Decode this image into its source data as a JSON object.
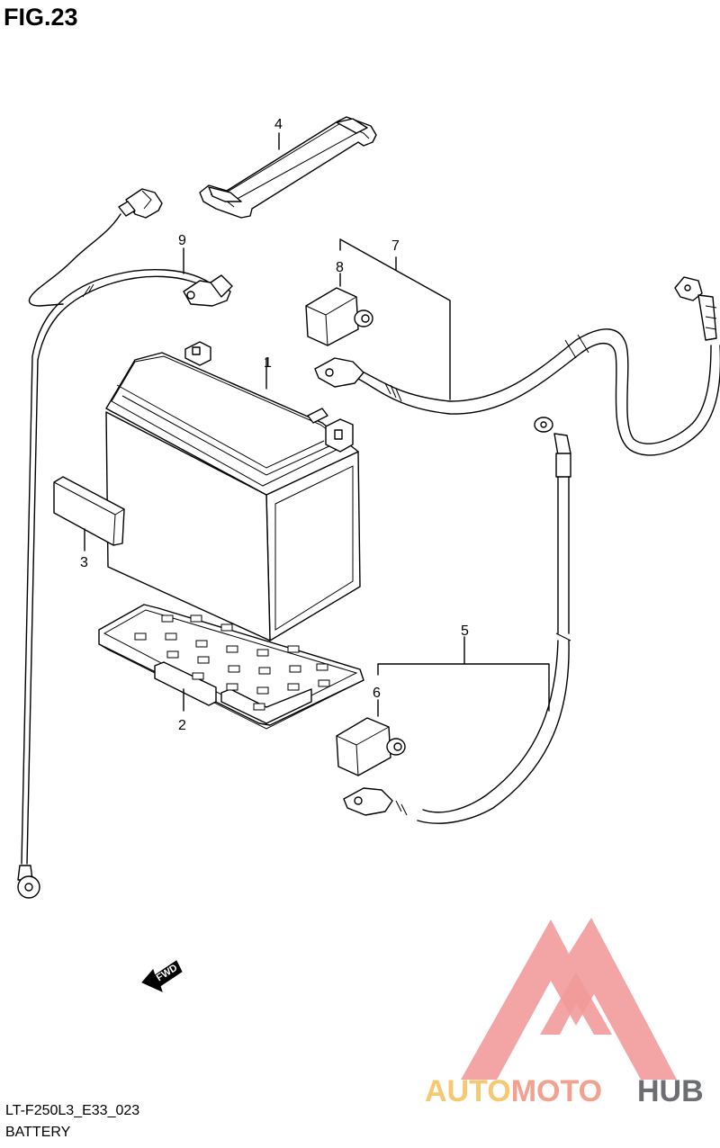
{
  "figure": {
    "title": "FIG.23",
    "code": "LT-F250L3_E33_023",
    "caption": "BATTERY"
  },
  "callouts": [
    {
      "id": "1",
      "label": "1"
    },
    {
      "id": "2",
      "label": "2"
    },
    {
      "id": "3",
      "label": "3"
    },
    {
      "id": "4",
      "label": "4"
    },
    {
      "id": "5",
      "label": "5"
    },
    {
      "id": "6",
      "label": "6"
    },
    {
      "id": "7",
      "label": "7"
    },
    {
      "id": "8",
      "label": "8"
    },
    {
      "id": "9",
      "label": "9"
    }
  ],
  "fwd_arrow": {
    "label": "FWD"
  },
  "watermark": {
    "part1": "AUTOMOTO",
    "part2": "HUB",
    "color_triangle": "#f29a9a",
    "color_auto": "#f7c873",
    "color_moto": "#f2a08f",
    "color_hub": "#6d6e71"
  }
}
